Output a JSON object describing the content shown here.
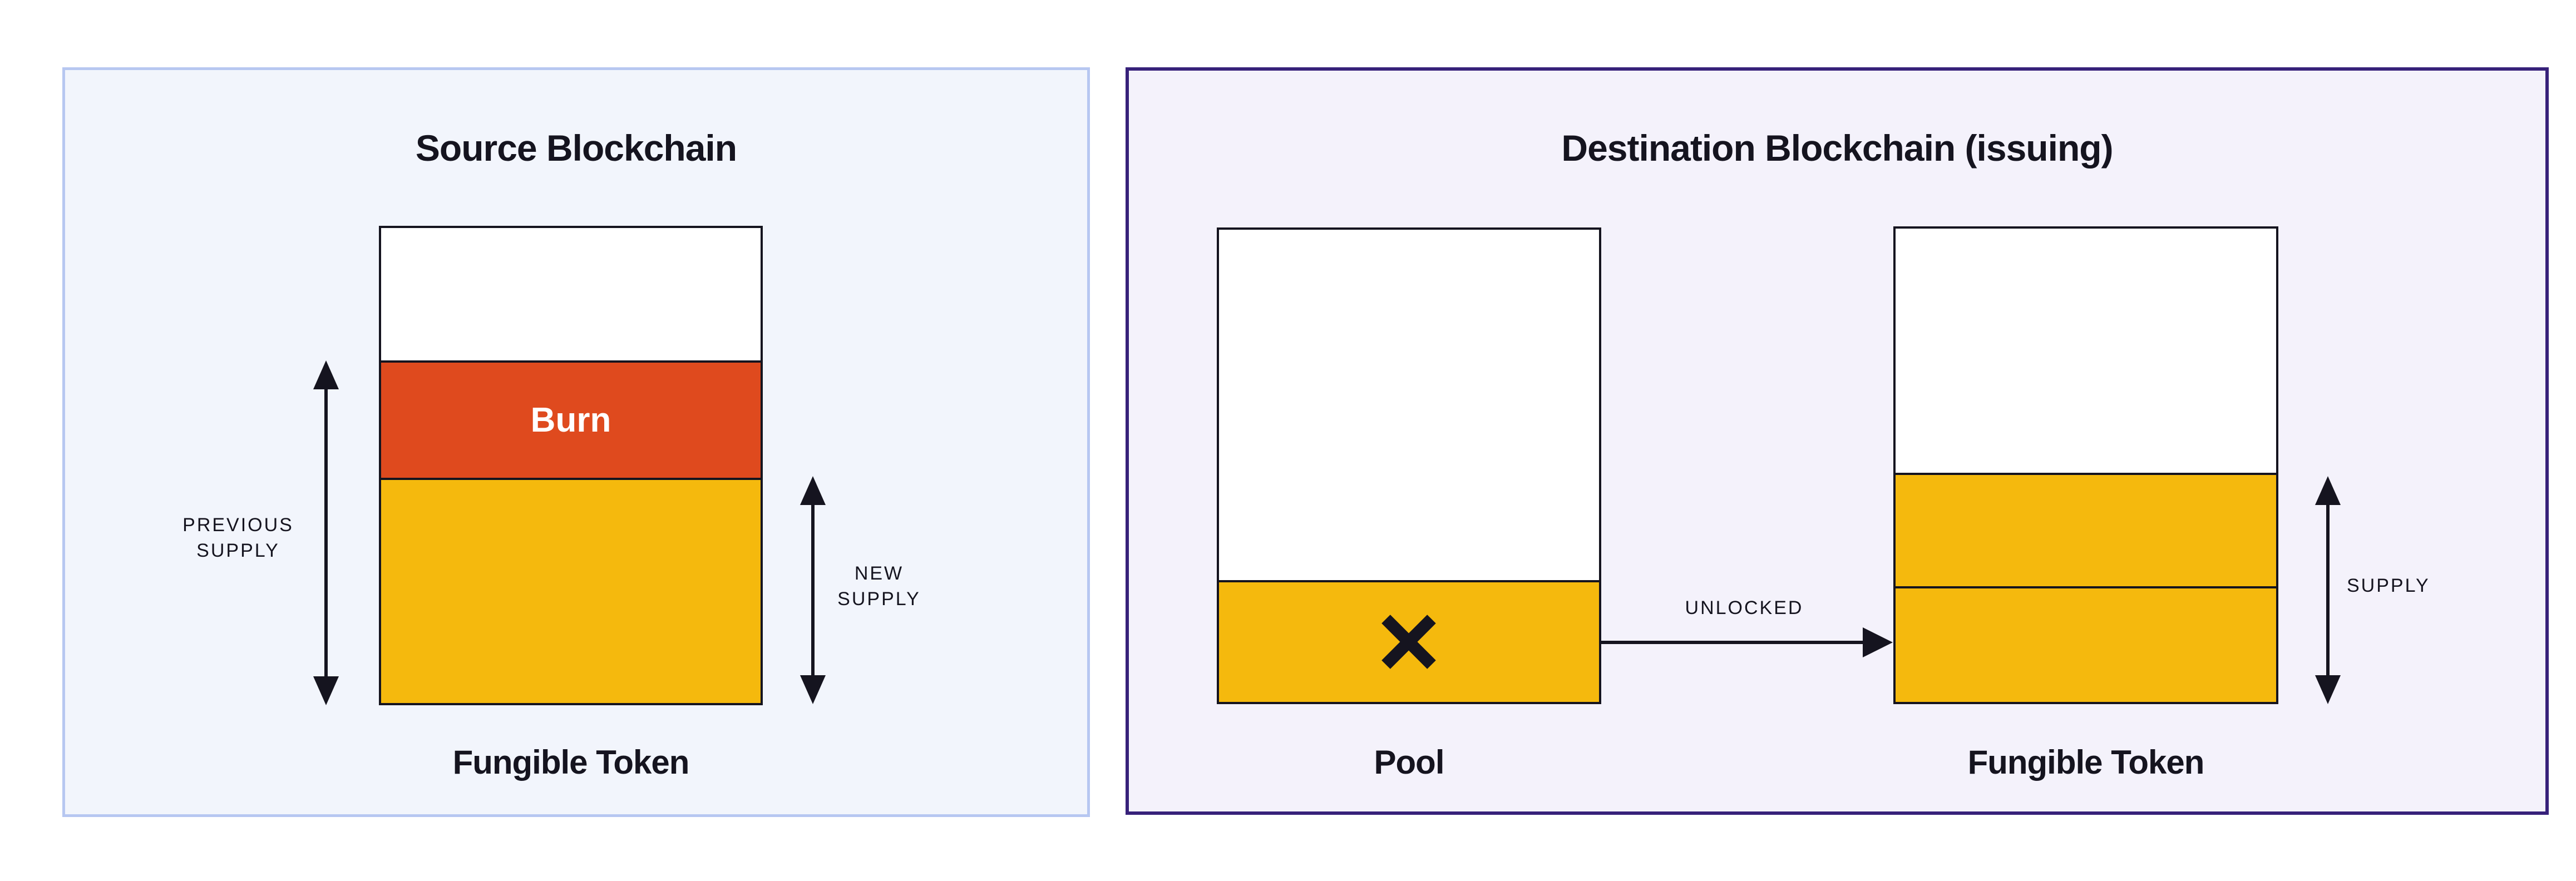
{
  "source": {
    "title": "Source Blockchain",
    "burn_label": "Burn",
    "token_label": "Fungible Token",
    "previous_supply": {
      "line1": "PREVIOUS",
      "line2": "SUPPLY"
    },
    "new_supply": {
      "line1": "NEW",
      "line2": "SUPPLY"
    }
  },
  "destination": {
    "title": "Destination Blockchain (issuing)",
    "pool_label": "Pool",
    "token_label": "Fungible Token",
    "unlocked_label": "UNLOCKED",
    "supply_label": "SUPPLY"
  },
  "icons": {
    "pool_cross": "cross-x-mark"
  },
  "colors": {
    "accent_yellow": "#F5B90D",
    "accent_orange": "#DF4A1E",
    "ink": "#15141F",
    "panel_blue_bg": "#F2F5FC",
    "panel_blue_border": "#B7C7F1",
    "panel_purple_bg": "#F4F2FB",
    "panel_purple_border": "#37217A"
  }
}
